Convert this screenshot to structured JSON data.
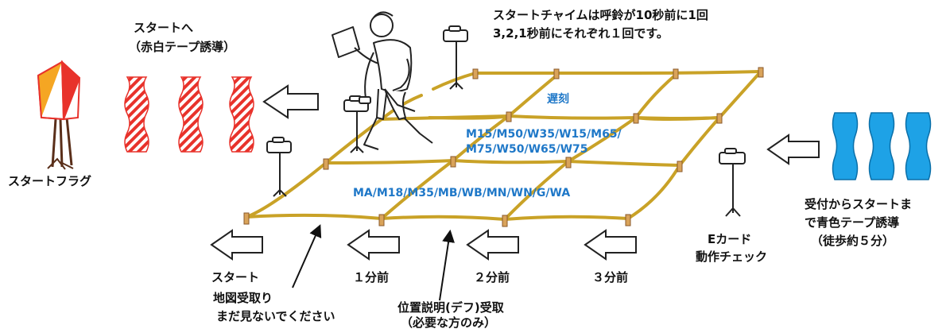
{
  "notes": {
    "chime_line1": "スタートチャイムは呼鈴が10秒前に1回",
    "chime_line2": "3,2,1秒前にそれぞれ１回です。"
  },
  "flag": {
    "label": "スタートフラグ",
    "colors": {
      "orange": "#f5a623",
      "red": "#e8322b",
      "white": "#ffffff"
    }
  },
  "to_start": {
    "line1": "スタートへ",
    "line2": "（赤白テープ誘導）"
  },
  "reception": {
    "line1": "受付からスタートま",
    "line2": "で青色テープ誘導",
    "line3": "（徒歩約５分）",
    "tape_color": "#1ea2e6"
  },
  "ecard": {
    "line1": "Eカード",
    "line2": "動作チェック"
  },
  "lanes": {
    "late": "遅刻",
    "middle_line1": "M15/M50/W35/W15/M65/",
    "middle_line2": "M75/W50/W65/W75",
    "front": "MA/M18/M35/MB/WB/MN/WN/G/WA",
    "rope_color": "#c9a227",
    "label_color": "#1f78c8"
  },
  "stages": {
    "start": "スタート",
    "min1": "１分前",
    "min2": "２分前",
    "min3": "３分前"
  },
  "callouts": {
    "map_line1": "地図受取り",
    "map_line2": "まだ見ないでください",
    "desc_line1": "位置説明(デフ)受取",
    "desc_line2": "（必要な方のみ）"
  }
}
